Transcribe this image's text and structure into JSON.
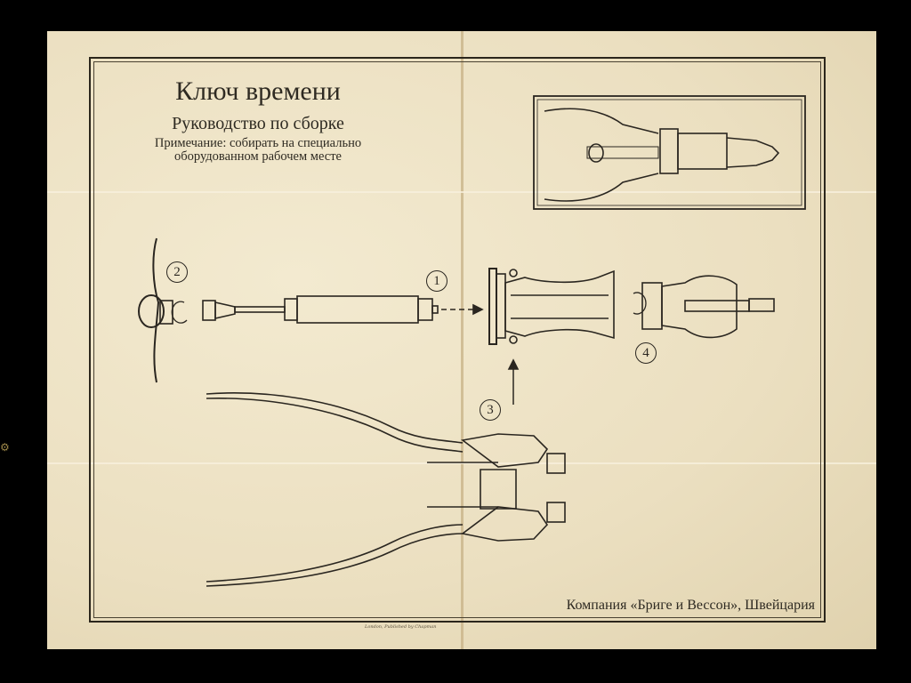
{
  "document": {
    "title": "Ключ времени",
    "subtitle": "Руководство по сборке",
    "note": "Примечание: собирать на специально оборудованном рабочем месте",
    "company": "Компания «Бриге и Вессон», Швейцария",
    "publisher": "London, Published by Chapman"
  },
  "steps": [
    {
      "label": "1"
    },
    {
      "label": "2"
    },
    {
      "label": "3"
    },
    {
      "label": "4"
    }
  ],
  "side_icon": {
    "glyph": "⚙"
  },
  "colors": {
    "paper": "#eee3c6",
    "ink": "#2b261c",
    "background": "#000000"
  }
}
